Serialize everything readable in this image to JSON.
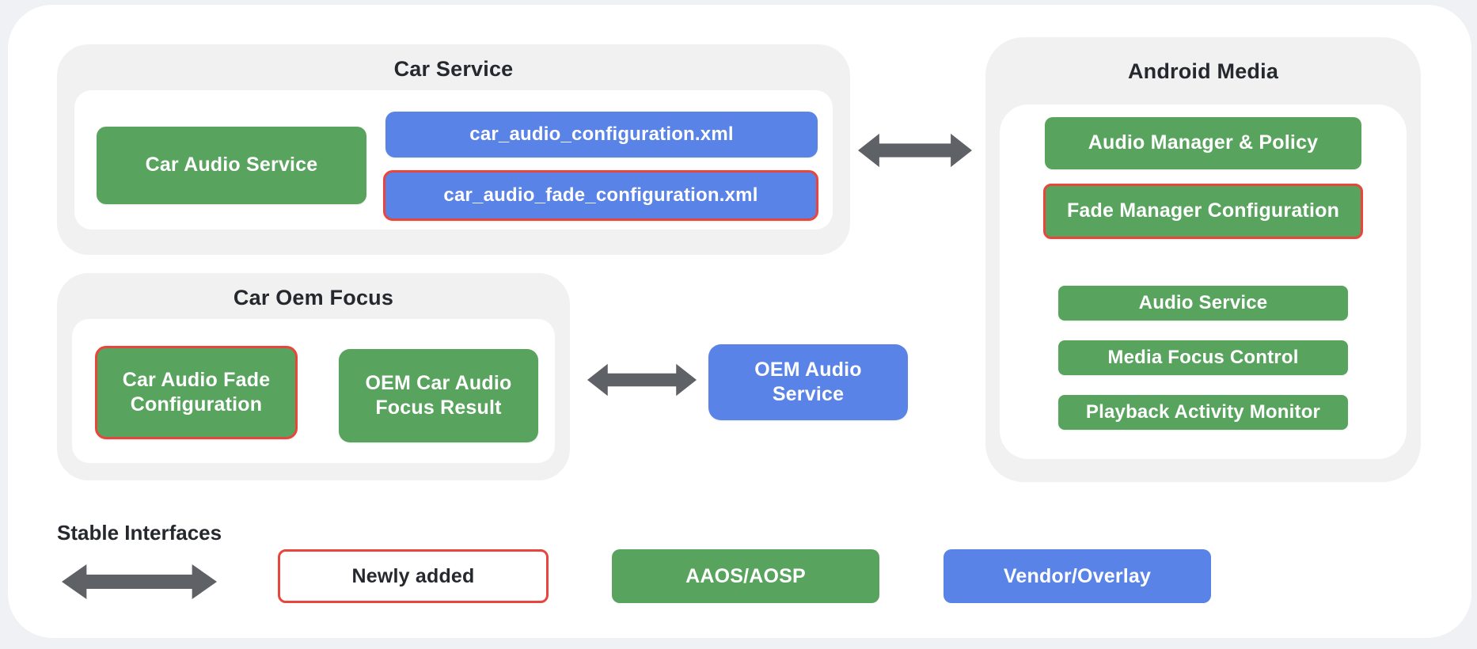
{
  "colors": {
    "green": "#58A45E",
    "blue": "#5A83E7",
    "red_outline": "#E8463C",
    "panel_gray": "#F1F1F2",
    "arrow_gray": "#5E6165",
    "text_dark": "#25282C"
  },
  "sections": {
    "car_service": {
      "title": "Car Service",
      "car_audio_service": "Car Audio Service",
      "config_xml": "car_audio_configuration.xml",
      "fade_config_xml": "car_audio_fade_configuration.xml"
    },
    "car_oem_focus": {
      "title": "Car Oem Focus",
      "car_audio_fade_configuration": "Car Audio Fade Configuration",
      "oem_car_audio_focus_result": "OEM Car Audio Focus Result"
    },
    "android_media": {
      "title": "Android Media",
      "audio_manager_policy": "Audio Manager & Policy",
      "fade_manager_configuration": "Fade Manager Configuration",
      "audio_service": "Audio Service",
      "media_focus_control": "Media Focus Control",
      "playback_activity_monitor": "Playback Activity Monitor"
    },
    "oem_audio_service": {
      "label": "OEM Audio Service"
    }
  },
  "legend": {
    "stable_interfaces": "Stable Interfaces",
    "newly_added": "Newly added",
    "aaos_aosp": "AAOS/AOSP",
    "vendor_overlay": "Vendor/Overlay"
  }
}
